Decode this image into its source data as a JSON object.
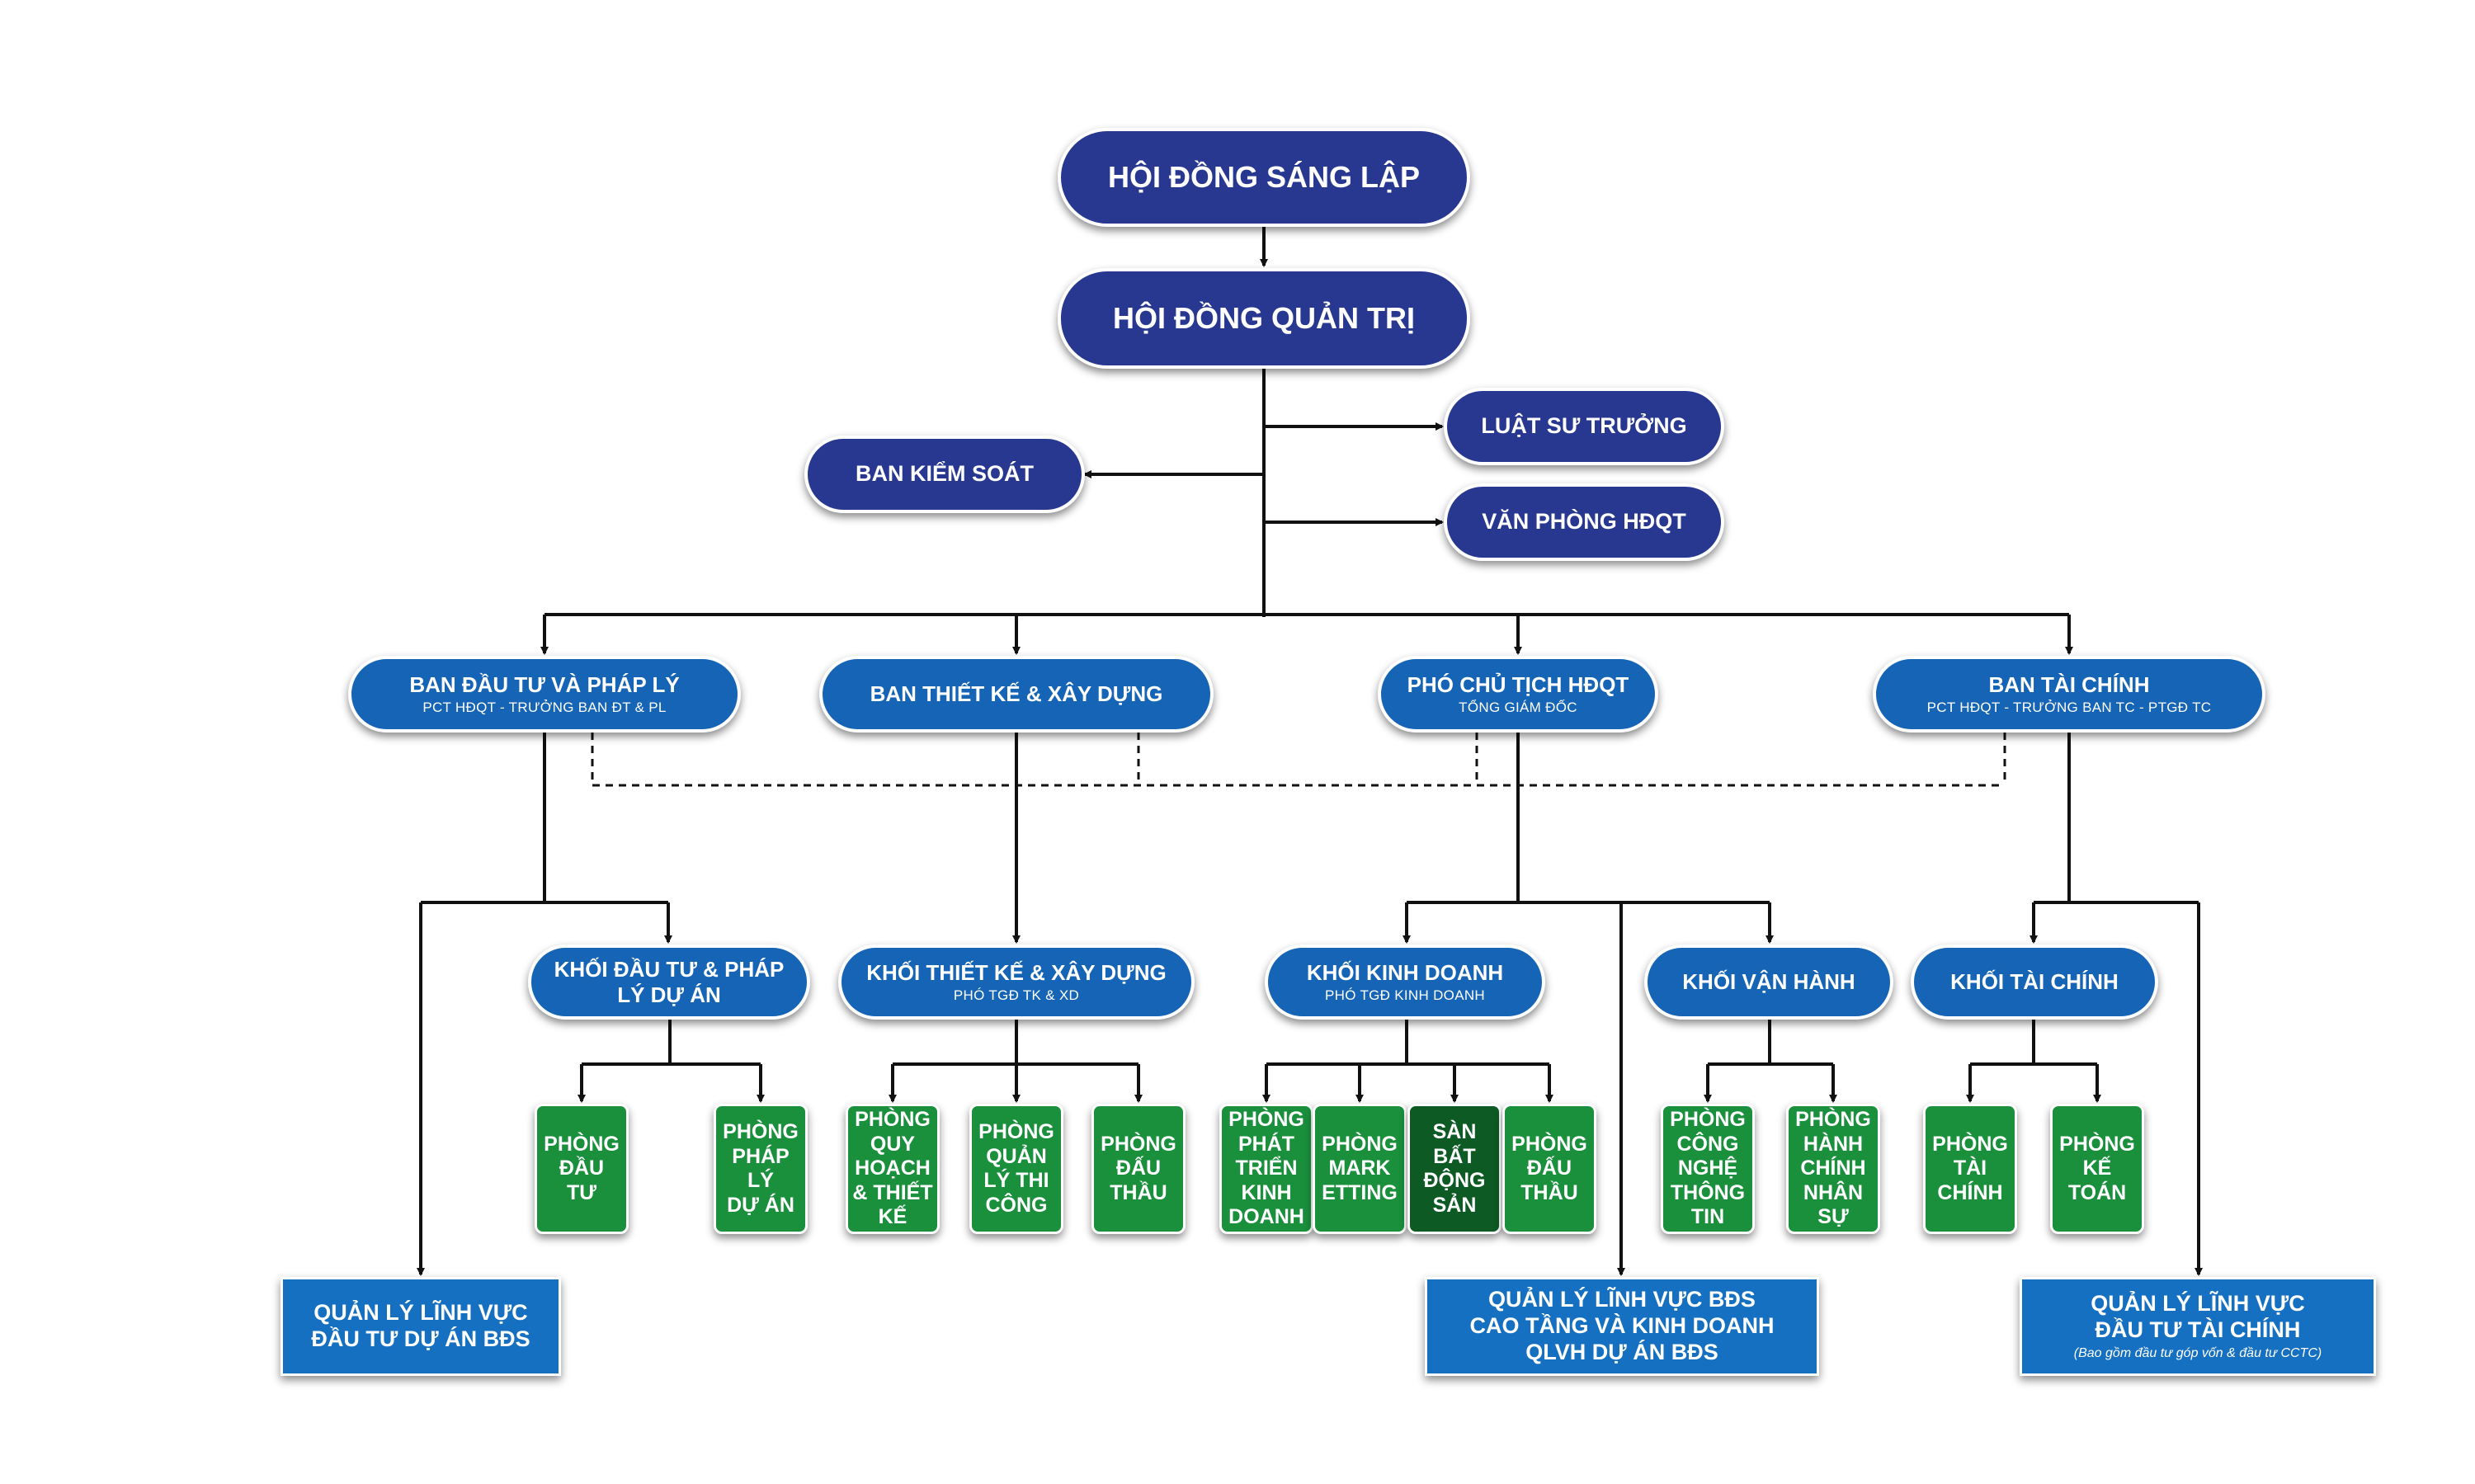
{
  "top": {
    "founding": "HỘI ĐỒNG SÁNG LẬP",
    "board": "HỘI ĐỒNG QUẢN TRỊ",
    "lawyer": "LUẬT SƯ TRƯỞNG",
    "control": "BAN KIỂM SOÁT",
    "office": "VĂN PHÒNG HĐQT"
  },
  "level2": {
    "invest_legal": {
      "title": "BAN ĐẦU TƯ VÀ PHÁP LÝ",
      "subtitle": "PCT HĐQT - TRƯỞNG BAN ĐT & PL"
    },
    "design_build": {
      "title": "BAN THIẾT KẾ & XÂY DỰNG"
    },
    "vice_chair": {
      "title": "PHÓ CHỦ TỊCH HĐQT",
      "subtitle": "TỔNG GIÁM ĐỐC"
    },
    "finance": {
      "title": "BAN TÀI CHÍNH",
      "subtitle": "PCT HĐQT - TRƯỞNG BAN TC - PTGĐ TC"
    }
  },
  "blocks": {
    "invest_legal": {
      "title": "KHỐI ĐẦU TƯ & PHÁP\nLÝ DỰ ÁN"
    },
    "design_build": {
      "title": "KHỐI THIẾT KẾ & XÂY DỰNG",
      "subtitle": "PHÓ TGĐ TK & XD"
    },
    "business": {
      "title": "KHỐI KINH DOANH",
      "subtitle": "PHÓ TGĐ KINH DOANH"
    },
    "operation": {
      "title": "KHỐI VẬN HÀNH"
    },
    "finance": {
      "title": "KHỐI TÀI CHÍNH"
    }
  },
  "departments": {
    "investment": "PHÒNG\nĐẦU\nTƯ",
    "legal": "PHÒNG\nPHÁP\nLÝ\nDỰ ÁN",
    "planning": "PHÒNG\nQUY\nHOẠCH\n& THIẾT\nKẾ",
    "construction": "PHÒNG\nQUẢN\nLÝ THI\nCÔNG",
    "bidding_1": "PHÒNG\nĐẤU\nTHẦU",
    "business_dev": "PHÒNG\nPHÁT\nTRIỂN\nKINH\nDOANH",
    "marketing": "PHÒNG\nMARK\nETTING",
    "exchange": "SÀN\nBẤT\nĐỘNG\nSẢN",
    "bidding_2": "PHÒNG\nĐẤU\nTHẦU",
    "it": "PHÒNG\nCÔNG\nNGHỆ\nTHÔNG\nTIN",
    "admin_hr": "PHÒNG\nHÀNH\nCHÍNH\nNHÂN\nSỰ",
    "treasury": "PHÒNG\nTÀI\nCHÍNH",
    "accounting": "PHÒNG\nKẾ\nTOÁN"
  },
  "domains": {
    "project_invest": "QUẢN LÝ LĨNH VỰC\nĐẦU TƯ DỰ ÁN BĐS",
    "high_rise": "QUẢN LÝ LĨNH VỰC BĐS\nCAO TẦNG VÀ KINH DOANH\nQLVH DỰ ÁN BĐS",
    "financial_invest": {
      "title": "QUẢN LÝ LĨNH VỰC\nĐẦU TƯ TÀI CHÍNH",
      "note": "(Bao gồm đầu tư góp vốn & đầu tư CCTC)"
    }
  },
  "colors": {
    "navy": "#283891",
    "blue": "#1564b6",
    "green": "#1a8f3c",
    "dark_green": "#0d5a24",
    "domain_blue": "#1570c1",
    "line": "#111111"
  }
}
